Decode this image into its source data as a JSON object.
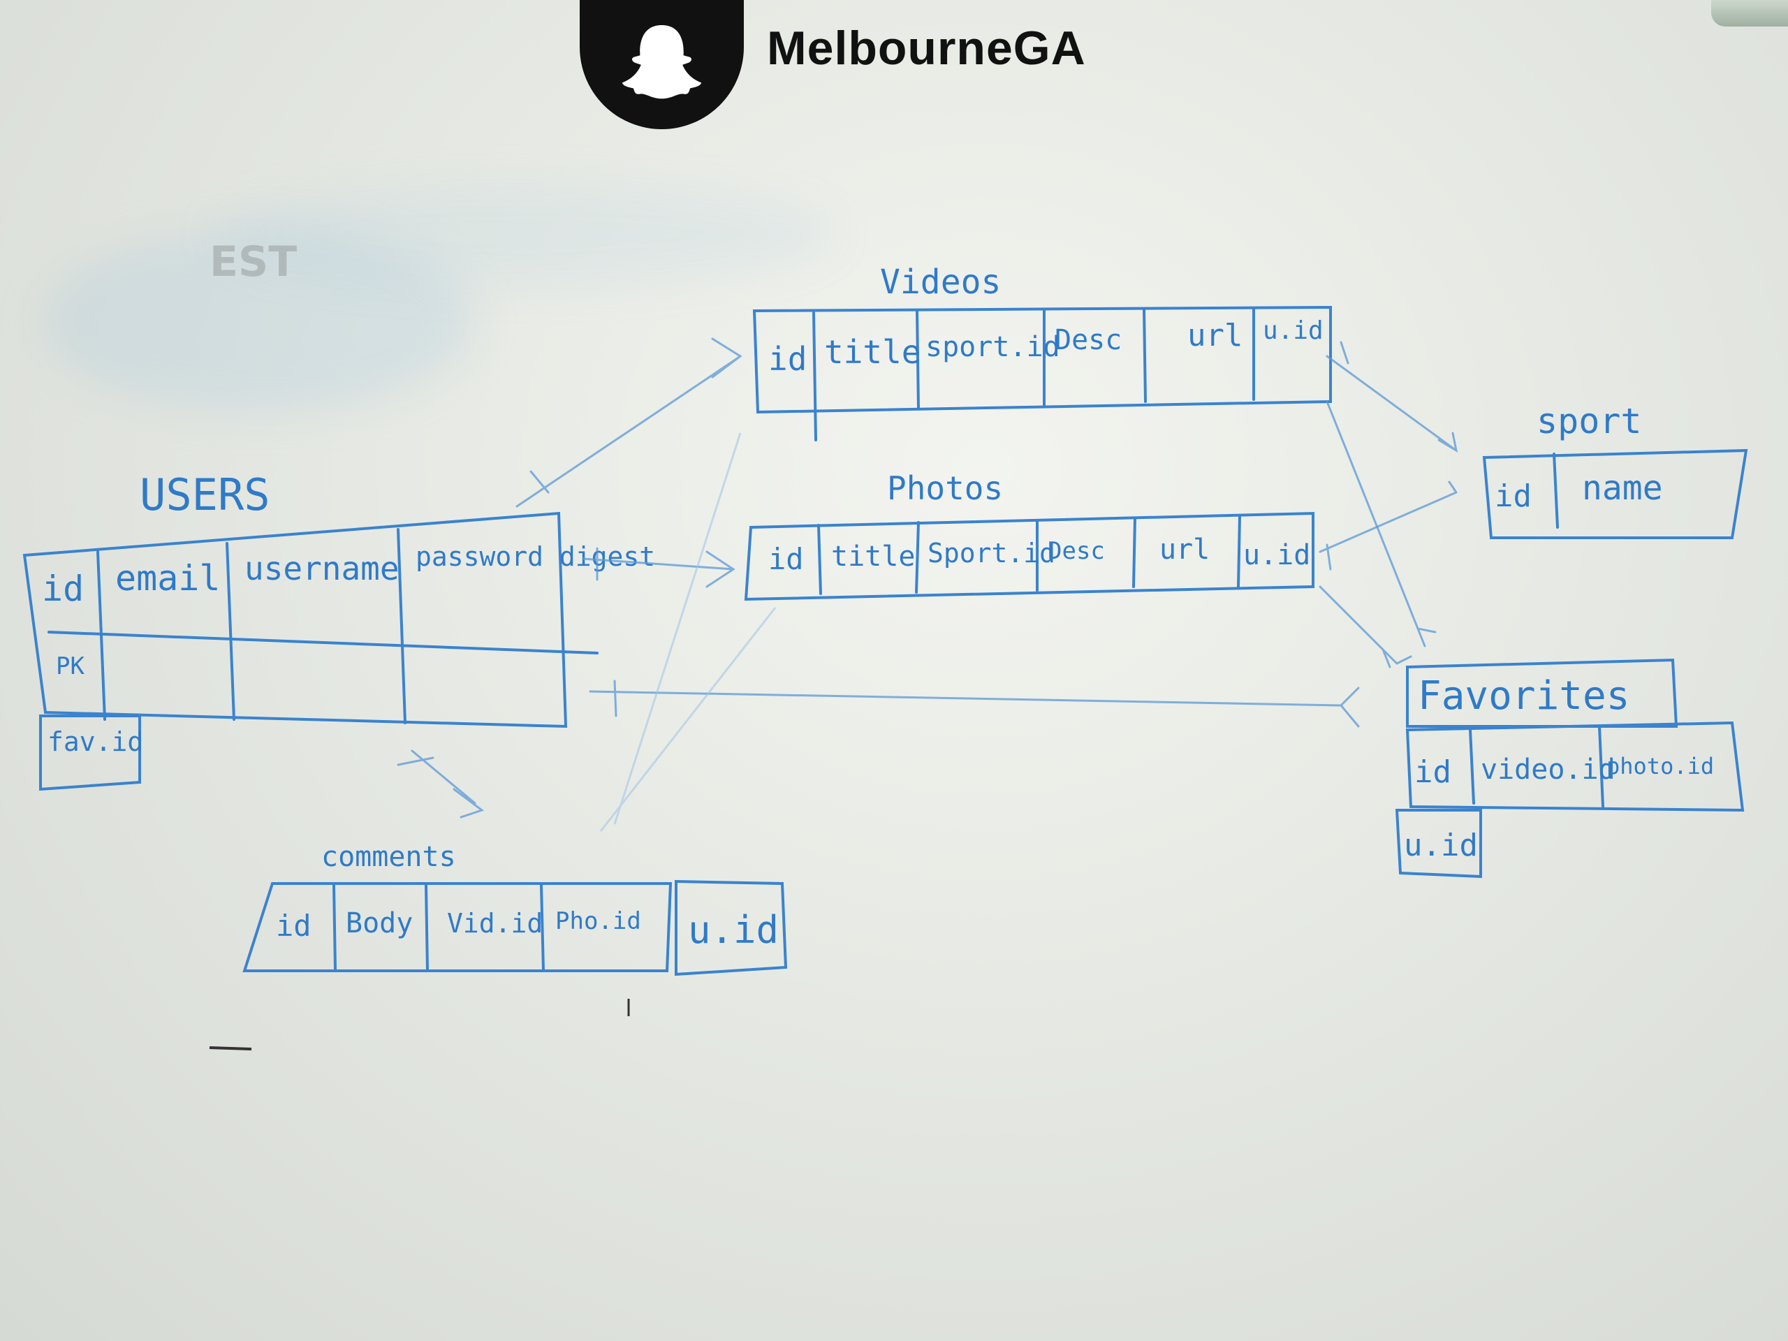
{
  "logo": {
    "text": "MelbourneGA",
    "icon": "snapchat-ghost-icon"
  },
  "ghost_text": {
    "line1": "EST",
    "line2": ""
  },
  "tables": {
    "videos": {
      "title": "Videos",
      "cols": [
        "id",
        "title",
        "sport.id",
        "Desc",
        "url",
        "u.id"
      ]
    },
    "photos": {
      "title": "Photos",
      "cols": [
        "id",
        "title",
        "Sport.id",
        "Desc",
        "url",
        "u.id"
      ]
    },
    "users": {
      "title": "USERS",
      "cols": [
        "id",
        "email",
        "username",
        "password digest"
      ],
      "row_label": "PK",
      "extra": "fav.id"
    },
    "sport": {
      "title": "sport",
      "cols": [
        "id",
        "name"
      ]
    },
    "favorites": {
      "title": "Favorites",
      "cols": [
        "id",
        "video.id",
        "photo.id"
      ],
      "extra": "u.id"
    },
    "comments": {
      "title": "comments",
      "cols": [
        "id",
        "Body",
        "Vid.id",
        "Pho.id"
      ],
      "extra": "u.id"
    }
  },
  "colors": {
    "marker": "#2f7ac9",
    "logo": "#111111",
    "board": "#eceee9"
  }
}
